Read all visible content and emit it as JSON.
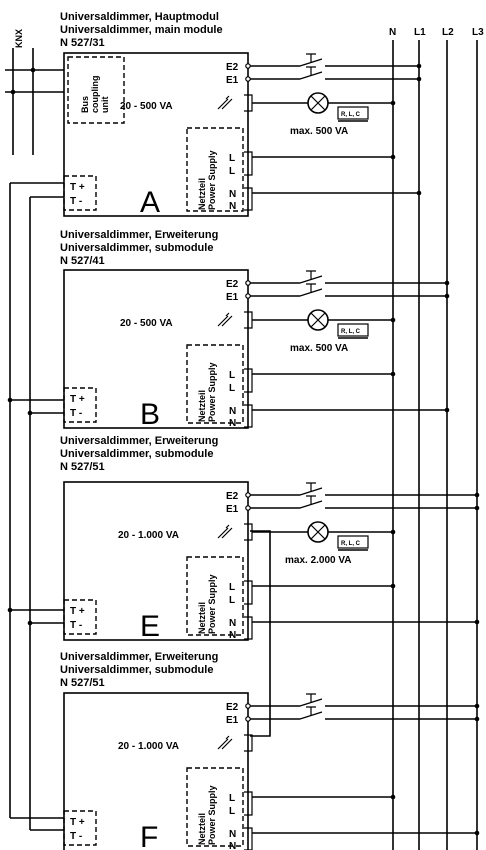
{
  "top_labels": {
    "knx": "KNX"
  },
  "bus_labels": [
    "N",
    "L1",
    "L2",
    "L3"
  ],
  "modules": [
    {
      "title1": "Universaldimmer, Hauptmodul",
      "title2": "Universaldimmer, main module",
      "code": "N 527/31",
      "letter": "A",
      "power": "20 - 500 VA",
      "max": "max. 500 VA",
      "has_bus_unit": true
    },
    {
      "title1": "Universaldimmer, Erweiterung",
      "title2": "Universaldimmer, submodule",
      "code": "N 527/41",
      "letter": "B",
      "power": "20 - 500 VA",
      "max": "max. 500 VA",
      "has_bus_unit": false
    },
    {
      "title1": "Universaldimmer, Erweiterung",
      "title2": "Universaldimmer, submodule",
      "code": "N 527/51",
      "letter": "E",
      "power": "20 - 1.000 VA",
      "max": "max. 2.000 VA",
      "has_bus_unit": false
    },
    {
      "title1": "Universaldimmer, Erweiterung",
      "title2": "Universaldimmer, submodule",
      "code": "N 527/51",
      "letter": "F",
      "power": "20 - 1.000 VA",
      "max": "",
      "has_bus_unit": false
    }
  ],
  "bus_unit": {
    "line1": "Bus",
    "line2": "coupling",
    "line3": "unit"
  },
  "power_supply": {
    "line1": "Netzteil",
    "line2": "Power Supply"
  },
  "terminals": {
    "e2": "E2",
    "e1": "E1",
    "l": "L",
    "n": "N",
    "tplus": "T +",
    "tminus": "T -"
  },
  "load_label": "R, L, C"
}
